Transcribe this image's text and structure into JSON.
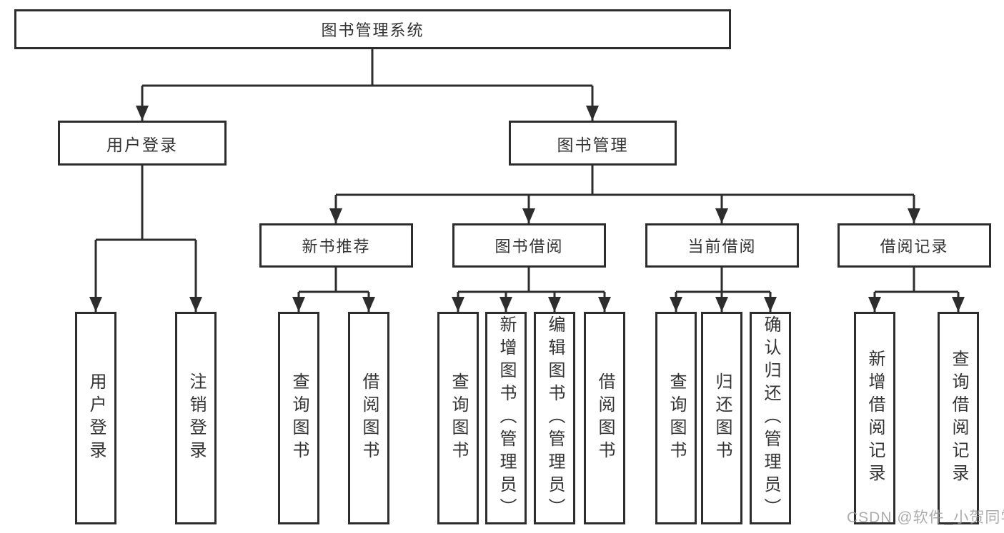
{
  "tree": {
    "label": "图书管理系统",
    "children": [
      {
        "label": "用户登录",
        "children": [
          {
            "label": "用户登录"
          },
          {
            "label": "注销登录"
          }
        ]
      },
      {
        "label": "图书管理",
        "children": [
          {
            "label": "新书推荐",
            "children": [
              {
                "label": "查询图书"
              },
              {
                "label": "借阅图书"
              }
            ]
          },
          {
            "label": "图书借阅",
            "children": [
              {
                "label": "查询图书"
              },
              {
                "label": "新增图书（管理员）"
              },
              {
                "label": "编辑图书（管理员）"
              },
              {
                "label": "借阅图书"
              }
            ]
          },
          {
            "label": "当前借阅",
            "children": [
              {
                "label": "查询图书"
              },
              {
                "label": "归还图书"
              },
              {
                "label": "确认归还（管理员）"
              }
            ]
          },
          {
            "label": "借阅记录",
            "children": [
              {
                "label": "新增借阅记录"
              },
              {
                "label": "查询借阅记录"
              }
            ]
          }
        ]
      }
    ]
  },
  "colors": {
    "line": "#2d2d2d",
    "text": "#333333",
    "background": "#ffffff",
    "watermark": "#9e9e9e"
  },
  "watermark": "CSDN @软件_小贺同学"
}
